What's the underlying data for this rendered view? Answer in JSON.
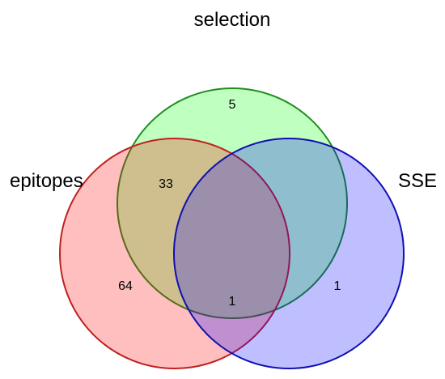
{
  "sets": [
    {
      "id": "selection",
      "label": "selection",
      "fill": "#00ff00",
      "stroke": "#1f8f1f"
    },
    {
      "id": "epitopes",
      "label": "epitopes",
      "fill": "#ff0000",
      "stroke": "#c02020"
    },
    {
      "id": "sse",
      "label": "SSE",
      "fill": "#0000ff",
      "stroke": "#1010b0"
    }
  ],
  "regions": {
    "selection_only": "5",
    "selection_epitopes": "33",
    "epitopes_only": "64",
    "epitopes_sse": "1",
    "sse_only": "1"
  }
}
